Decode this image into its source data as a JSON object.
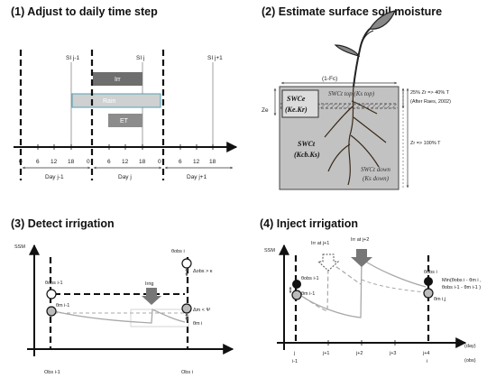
{
  "panel1": {
    "title": "(1) Adjust to daily time step",
    "si_prev": "SI j-1",
    "si_cur": "SI j",
    "si_next": "SI j+1",
    "bars": {
      "irr": "Irr",
      "rain": "Rain",
      "et": "ET"
    },
    "ticks_prev": [
      "0",
      "6",
      "12",
      "18"
    ],
    "ticks_cur": [
      "0",
      "6",
      "12",
      "18"
    ],
    "ticks_next": [
      "0",
      "6",
      "12",
      "18"
    ],
    "day_prev": "Day j-1",
    "day_cur": "Day j",
    "day_next": "Day j+1"
  },
  "panel2": {
    "title": "(2) Estimate surface soil moisture",
    "fc": "(1-Fc)",
    "ze": "Ze",
    "swce": "SWCe",
    "swce_sub": "(Ke.Kr)",
    "swct_top": "SWCt top (Ks top)",
    "swct": "SWCt",
    "swct_sub": "(Kcb.Ks)",
    "swct_down": "SWCt down",
    "swct_down_sub": "(Ks down)",
    "note1": "25% Zr => 40% T",
    "note2": "(After Raes, 2002)",
    "note3": "Zr => 100% T"
  },
  "panel3": {
    "title": "(3) Detect irrigation",
    "ylabel": "SSM",
    "obs_prev": "θobs i-1",
    "obs_cur": "θobs i",
    "m_prev": "θm i-1",
    "m_cur": "θm i",
    "delta_obs": "Δobs > κ",
    "delta_m": "Δm < Ψ",
    "irrig": "Irrig",
    "x_prev": "Obs i-1",
    "x_cur": "Obs i"
  },
  "panel4": {
    "title": "(4) Inject irrigation",
    "ylabel": "SSM",
    "irr1": "Irr at j+1",
    "irr2": "Irr at j+2",
    "obs_prev": "θobs i-1",
    "m_prev": "θm i-1",
    "obs_cur": "θobs i",
    "m_cur": "θm i,j",
    "min_line1": "Min(θobs i - θm i ,",
    "min_line2": "θobs i-1 - θm i-1 )",
    "xticks": [
      "j",
      "j+1",
      "j+2",
      "j+3",
      "j+4"
    ],
    "x_prev": "i-1",
    "x_cur": "i",
    "xunit1": "(day)",
    "xunit2": "(obs)"
  },
  "colors": {
    "irr_bar": "#6e6e6e",
    "rain_bar": "#cfd0d0",
    "rain_border": "#4fa0b8",
    "et_bar": "#8c8c8c",
    "soil": "#c2c2c2",
    "curve": "#a8a8a8"
  }
}
